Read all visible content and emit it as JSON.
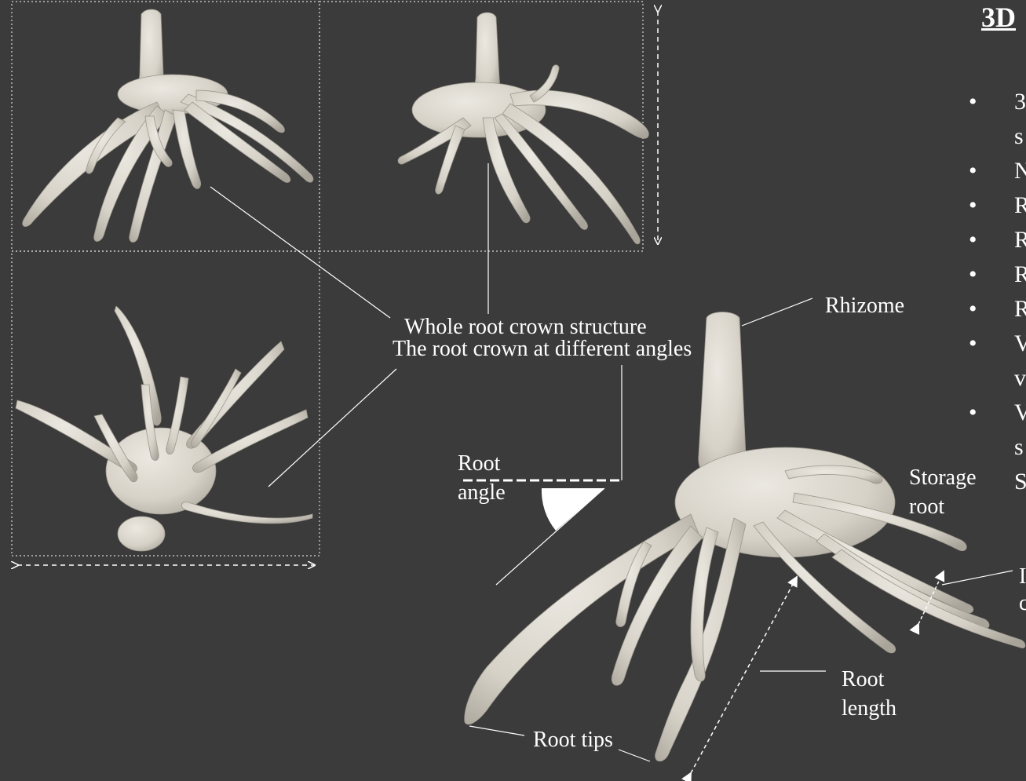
{
  "colors": {
    "background": "#3b3b3b",
    "root": "#ddd9d0",
    "root_shade": "#b9b4aa",
    "line": "#ffffff"
  },
  "title": "3D",
  "bullets": [
    {
      "marker": "•",
      "text": "3",
      "continuation": "s"
    },
    {
      "marker": "•",
      "text": "N"
    },
    {
      "marker": "•",
      "text": "R"
    },
    {
      "marker": "•",
      "text": "R"
    },
    {
      "marker": "•",
      "text": "R"
    },
    {
      "marker": "•",
      "text": "R"
    },
    {
      "marker": "•",
      "text": "V",
      "continuation": "v"
    },
    {
      "marker": "•",
      "text": "V",
      "continuation": "s",
      "extra": "S"
    }
  ],
  "labels": {
    "rhizome": "Rhizome",
    "whole_structure": "Whole root crown structure",
    "angles": "The root crown at different angles",
    "root_angle_1": "Root",
    "root_angle_2": "angle",
    "storage_1": "Storage",
    "storage_2": "root",
    "root_length_1": "Root",
    "root_length_2": "length",
    "root_tips": "Root tips",
    "edge_1": "I",
    "edge_2": "c"
  }
}
